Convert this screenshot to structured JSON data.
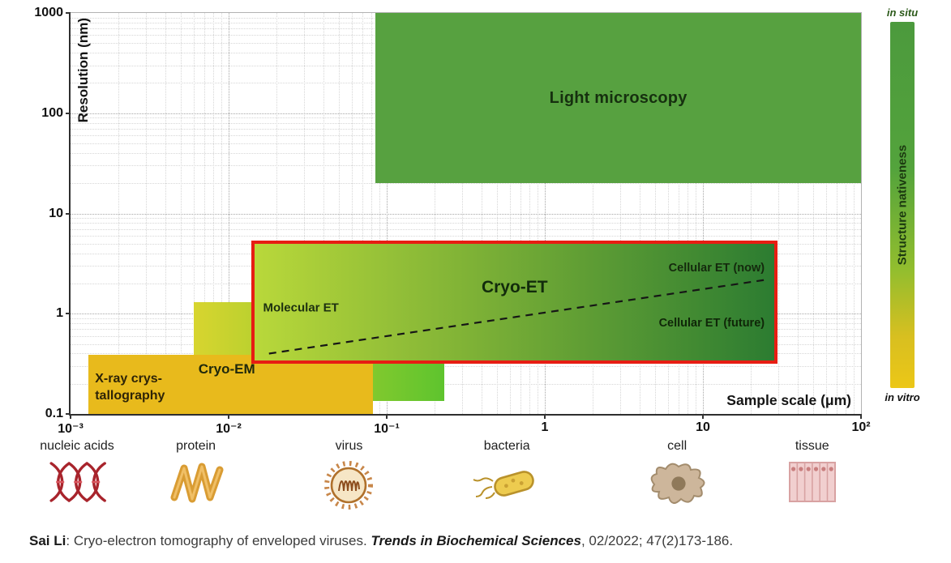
{
  "chart_data": {
    "type": "area",
    "title": "",
    "xlabel": "Sample scale (μm)",
    "ylabel": "Resolution (nm)",
    "x_scale": "log",
    "y_scale": "log",
    "xlim": [
      0.001,
      100
    ],
    "ylim": [
      0.1,
      1000
    ],
    "grid": true,
    "x_ticks": [
      {
        "value": 0.001,
        "label": "10⁻³"
      },
      {
        "value": 0.01,
        "label": "10⁻²"
      },
      {
        "value": 0.1,
        "label": "10⁻¹"
      },
      {
        "value": 1,
        "label": "1"
      },
      {
        "value": 10,
        "label": "10"
      },
      {
        "value": 100,
        "label": "10²"
      }
    ],
    "y_ticks": [
      {
        "value": 0.1,
        "label": "0.1"
      },
      {
        "value": 1,
        "label": "1"
      },
      {
        "value": 10,
        "label": "10"
      },
      {
        "value": 100,
        "label": "100"
      },
      {
        "value": 1000,
        "label": "1000"
      }
    ],
    "regions": [
      {
        "id": "cryo-em",
        "x": [
          0.006,
          0.23
        ],
        "y": [
          0.135,
          1.3
        ],
        "gradient": [
          "#d8d52f",
          "#5ec42e"
        ],
        "labels": [
          {
            "id": "cryo-em",
            "text": "Cryo-EM"
          }
        ]
      },
      {
        "id": "xray",
        "x": [
          0.0013,
          0.082
        ],
        "y": [
          0.1,
          0.39
        ],
        "color": "#e8ba1c",
        "labels": [
          {
            "id": "xray",
            "text": "X-ray crys-\ntallography"
          }
        ]
      },
      {
        "id": "light-microscopy",
        "x": [
          0.085,
          100
        ],
        "y": [
          20,
          1000
        ],
        "color": "#57a140",
        "labels": [
          {
            "id": "light-microscopy",
            "text": "Light microscopy"
          }
        ]
      },
      {
        "id": "cryo-et",
        "x": [
          0.014,
          27
        ],
        "y": [
          0.37,
          5.4
        ],
        "gradient": [
          "#b9d83a",
          "#2c7c31"
        ],
        "border": "#e71d13",
        "labels": [
          {
            "id": "cryo-et-title",
            "text": "Cryo-ET"
          },
          {
            "id": "molecular-et",
            "text": "Molecular ET"
          },
          {
            "id": "cellular-et-now",
            "text": "Cellular ET (now)"
          },
          {
            "id": "cellular-et-future",
            "text": "Cellular ET (future)"
          }
        ]
      }
    ],
    "dashed_line": {
      "x1": 0.018,
      "y1": 0.4,
      "x2": 26,
      "y2": 2.2
    },
    "colorbar": {
      "label": "Structure nativeness",
      "top_label": "in situ",
      "bottom_label": "in vitro",
      "gradient": [
        "#4c9a3d 0%",
        "#53a33c 40%",
        "#93be2e 68%",
        "#d8bf20 86%",
        "#ecc717 100%"
      ]
    }
  },
  "specimens": [
    {
      "label": "nucleic acids",
      "icon": "dna-icon"
    },
    {
      "label": "protein",
      "icon": "protein-icon"
    },
    {
      "label": "virus",
      "icon": "virus-icon"
    },
    {
      "label": "bacteria",
      "icon": "bacteria-icon"
    },
    {
      "label": "cell",
      "icon": "cell-icon"
    },
    {
      "label": "tissue",
      "icon": "tissue-icon"
    }
  ],
  "citation": {
    "author": "Sai Li",
    "separator": ": ",
    "title": "Cryo-electron tomography of enveloped viruses. ",
    "journal": "Trends in Biochemical Sciences",
    "tail": ", 02/2022; 47(2)173-186."
  }
}
